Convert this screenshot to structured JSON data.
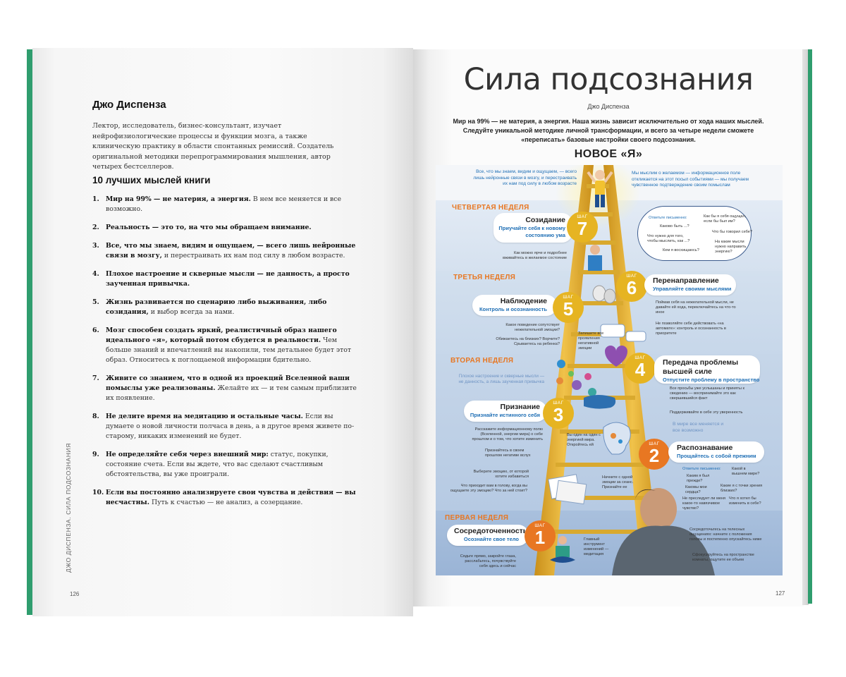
{
  "left_page": {
    "author": "Джо Диспенза",
    "bio": "Лектор, исследователь, бизнес-консультант, изучает нейрофизиологические процессы и функции мозга, а также клиническую практику в области спонтанных ремиссий. Создатель оригинальной методики перепрограммирования мышления, автор четырех бестселлеров.",
    "thoughts_title": "10 лучших мыслей книги",
    "thoughts": [
      {
        "num": "1.",
        "bold": "Мир на 99% — не материя, а энергия.",
        "rest": "В нем все меняется и все возможно."
      },
      {
        "num": "2.",
        "bold": "Реальность — это то, на что мы обращаем внимание.",
        "rest": ""
      },
      {
        "num": "3.",
        "bold": "Все, что мы знаем, видим и ощущаем, — всего лишь нейронные связи в мозгу,",
        "rest": "и перестраивать их нам под силу в любом возрасте."
      },
      {
        "num": "4.",
        "bold": "Плохое настроение и скверные мысли — не данность, а просто заученная привычка.",
        "rest": ""
      },
      {
        "num": "5.",
        "bold": "Жизнь развивается по сценарию либо выживания, либо созидания,",
        "rest": "и выбор всегда за нами."
      },
      {
        "num": "6.",
        "bold": "Мозг способен создать яркий, реалистичный образ нашего идеального «я», который потом сбудется в реальности.",
        "rest": "Чем больше знаний и впечатлений вы накопили, тем детальнее будет этот образ. Относитесь к поглощаемой информации бдительно."
      },
      {
        "num": "7.",
        "bold": "Живите со знанием, что в одной из проекций Вселенной ваши помыслы уже реализованы.",
        "rest": "Желайте их — и тем самым приблизите их появление."
      },
      {
        "num": "8.",
        "bold": "Не делите время на медитацию и остальные часы.",
        "rest": "Если вы думаете о новой личности полчаса в день, а в другое время живете по-старому, никаких изменений не будет."
      },
      {
        "num": "9.",
        "bold": "Не определяйте себя через внешний мир:",
        "rest": "статус, покупки, состояние счета. Если вы ждете, что вас сделают счастливым обстоятельства, вы уже проиграли."
      },
      {
        "num": "10.",
        "bold": "Если вы постоянно анализируете свои чувства и действия — вы несчастны.",
        "rest": "Путь к счастью — не анализ, а созерцание."
      }
    ],
    "side_text": "ДЖО ДИСПЕНЗА. СИЛА ПОДСОЗНАНИЯ",
    "page_number": "126"
  },
  "right_page": {
    "title": "Сила подсознания",
    "subtitle": "Джо Диспенза",
    "intro": "Мир на 99% — не материя, а энергия. Наша жизнь зависит исключительно от хода наших мыслей. Следуйте уникальной методике личной трансформации, и всего за четыре недели сможете «переписать» базовые настройки своего подсознания.",
    "heading": "НОВОЕ «Я»",
    "page_number": "127",
    "top_left_note": "Все, что мы знаем, видим и ощущаем, — всего лишь нейронные связи в мозгу, и перестраивать их нам под силу в любом возрасте",
    "top_right_note": "Мы мыслим о желаемом — информационное поле откликается на этот посыл событиями — мы получаем чувственное подтверждение своим помыслам",
    "weeks": [
      "ЧЕТВЕРТАЯ НЕДЕЛЯ",
      "ТРЕТЬЯ НЕДЕЛЯ",
      "ВТОРАЯ НЕДЕЛЯ",
      "ПЕРВАЯ НЕДЕЛЯ"
    ],
    "step_word": "ШАГ",
    "steps": [
      {
        "n": "1",
        "title": "Сосредоточенность",
        "sub": "Осознайте свое тело"
      },
      {
        "n": "2",
        "title": "Распознавание",
        "sub": "Прощайтесь с собой прежним"
      },
      {
        "n": "3",
        "title": "Признание",
        "sub": "Признайте истинного себя"
      },
      {
        "n": "4",
        "title": "Передача проблемы высшей силе",
        "sub": "Отпустите проблему в пространство"
      },
      {
        "n": "5",
        "title": "Наблюдение",
        "sub": "Контроль и осознанность"
      },
      {
        "n": "6",
        "title": "Перенаправление",
        "sub": "Управляйте своими мыслями"
      },
      {
        "n": "7",
        "title": "Созидание",
        "sub": "Приучайте себя к новому состоянию ума"
      }
    ],
    "notes": {
      "s7_below": "Как можно ярче и подробнее вживайтесь в желаемое состояние",
      "cloud_title": "Ответьте письменно:",
      "cloud_q1": "Каково быть ...?",
      "cloud_q2": "Как бы я себя ощущал, если бы был им?",
      "cloud_q3": "Что нужно для того, чтобы мыслить, как ...?",
      "cloud_q4": "Что бы говорил себе?",
      "cloud_q5": "Кем я восхищаюсь?",
      "cloud_q6": "На какие мысли нужно направить энергию?",
      "s6_a": "Поймав себя на нежелательной мысли, не давайте ей хода, переключайтесь на что-то иное",
      "s6_b": "Не позволяйте себе действовать «на автомате»: контроль и осознанность в приоритете",
      "s5_a": "Какое поведение сопутствует нежелательной эмоции?",
      "s5_b": "Обижаетесь на близких? Ворчите? Срываетесь на ребенка?",
      "s5_c": "Запишите все проявления негативной эмоции",
      "s4_left": "Плохое настроение и скверные мысли — не данность, а лишь заученная привычка",
      "s4_a": "Все просьбы уже услышаны и приняты к сведению — воспринимайте это как свершившийся факт",
      "s4_b": "Поддерживайте в себе эту уверенность",
      "s4_c": "В мире все меняется и все возможно",
      "s3_a": "Расскажите информационному полю (Вселенной, энергии мира) о себе прошлом и о том, что хотите изменить",
      "s3_b": "Признайтесь в своем прошлом негативе вслух",
      "s3_c": "Вы один на один с энергией мира. Откройтесь ей",
      "s2_title": "Ответьте письменно:",
      "s2_q1": "Каким я был прежде?",
      "s2_q2": "Какой в вышнем мире?",
      "s2_q3": "Каковы мои сердца?",
      "s2_q4": "Какие я с точки зрения близких?",
      "s2_q5": "Не преследует ли меня какое-то навязчивое чувство?",
      "s2_q6": "Что я хотел бы изменить в себе?",
      "s2_left_a": "Выберите эмоцию, от которой хотите избавиться",
      "s2_left_b": "Что приходит вам в голову, когда вы ощущаете эту эмоцию? Что за ней стоит?",
      "s2_mid": "Начните с одной эмоции за сеанс. Признайте ее",
      "s1_a": "Сядьте прямо, закройте глаза, расслабьтесь, почувствуйте себя здесь и сейчас",
      "s1_b": "Главный инструмент изменений — медитация",
      "s1_c": "Сосредоточьтесь на телесных ощущениях: начните с положения головы и постепенно опускайтесь ниже",
      "s1_d": "Сфокусируйтесь на пространстве комнаты, ощутите ее объем"
    }
  },
  "colors": {
    "green": "#2f9d6e",
    "orange": "#e87722",
    "gold": "#e6b422",
    "blue": "#1f6fb5",
    "band_top": "#f2f5fa",
    "band_bottom": "#b8cde6"
  }
}
